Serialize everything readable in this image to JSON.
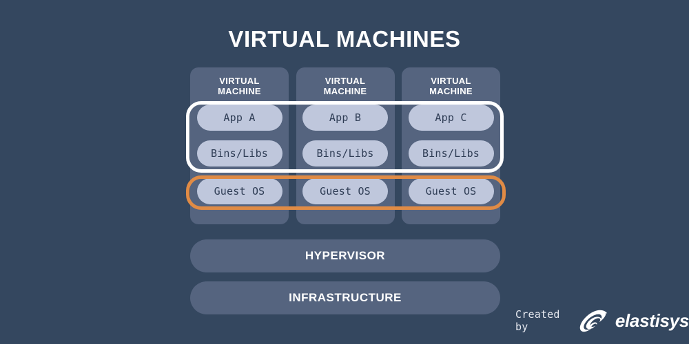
{
  "page": {
    "title": "VIRTUAL MACHINES",
    "background_color": "#34475f"
  },
  "colors": {
    "background": "#34475f",
    "card": "#55647f",
    "pill": "#bfc7dc",
    "pill_text": "#2f3d55",
    "highlight_app_layer": "#ffffff",
    "highlight_guest_os": "#e08b45",
    "text": "#ffffff"
  },
  "vms": [
    {
      "header": "VIRTUAL\nMACHINE",
      "app": "App A",
      "bins": "Bins/Libs",
      "guest_os": "Guest OS"
    },
    {
      "header": "VIRTUAL\nMACHINE",
      "app": "App B",
      "bins": "Bins/Libs",
      "guest_os": "Guest OS"
    },
    {
      "header": "VIRTUAL\nMACHINE",
      "app": "App C",
      "bins": "Bins/Libs",
      "guest_os": "Guest OS"
    }
  ],
  "layers": {
    "hypervisor": "HYPERVISOR",
    "infrastructure": "INFRASTRUCTURE"
  },
  "credit": {
    "prefix": "Created by",
    "brand": "elastisys",
    "logo_icon": "elastisys-shell-logo-icon"
  }
}
